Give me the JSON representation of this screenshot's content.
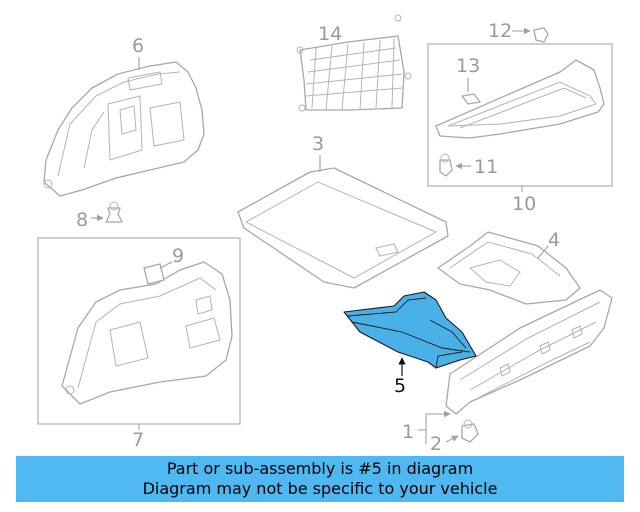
{
  "callouts": {
    "c1": "1",
    "c2": "2",
    "c3": "3",
    "c4": "4",
    "c5": "5",
    "c6": "6",
    "c7": "7",
    "c8": "8",
    "c9": "9",
    "c10": "10",
    "c11": "11",
    "c12": "12",
    "c13": "13",
    "c14": "14"
  },
  "highlight_color": "#4ab1e8",
  "banner": {
    "line1": "Part or sub-assembly is #5 in diagram",
    "line2": "Diagram may not be specific to your vehicle",
    "color": "#4fb8f0"
  }
}
